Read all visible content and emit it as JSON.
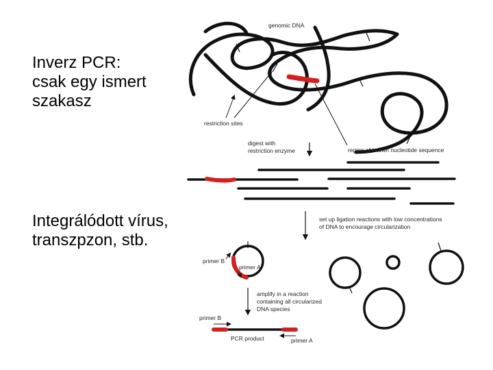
{
  "slide": {
    "text_top": [
      "Inverz PCR:",
      "csak egy ismert",
      "szakasz"
    ],
    "text_bottom": [
      "Integrálódott vírus,",
      "transzpzon, stb."
    ]
  },
  "figure": {
    "labels": {
      "genomic_dna": "genomic DNA",
      "restriction_sites": "restriction sites",
      "digest_1": "digest  with",
      "digest_2": "restriction enzyme",
      "known_region": "region of known nucleotide sequence",
      "ligation_1": "set up ligation reactions with low concentrations",
      "ligation_2": "of DNA to encourage circularization",
      "primer_b_circle": "primer B",
      "primer_a_circle": "primer A",
      "amplify_1": "amplify in a reaction",
      "amplify_2": "containing all circularized",
      "amplify_3": "DNA species",
      "primer_b_linear": "primer B",
      "pcr_product": "PCR product",
      "primer_a_linear": "primer A"
    },
    "colors": {
      "dna": "#111111",
      "known_region": "#d42020"
    }
  }
}
